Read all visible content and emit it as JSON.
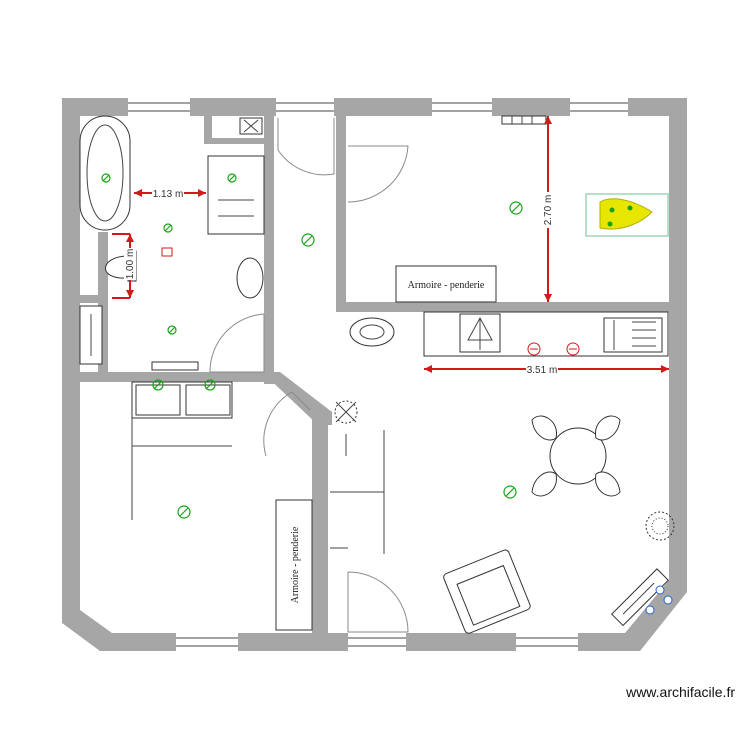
{
  "plan": {
    "dimensions": {
      "bath_width": "1.13 m",
      "bath_depth": "1.00 m",
      "kitchen_height": "2.70 m",
      "kitchen_length": "3.51 m"
    },
    "labels": {
      "wardrobe_top": "Armoire - penderie",
      "wardrobe_bed": "Armoire - penderie"
    },
    "brand": "www.archifacile.fr",
    "colors": {
      "wall": "#a6a6a6",
      "dimension": "#d11a1a",
      "light": "#1aa31a",
      "plant": "#e6e600"
    }
  }
}
